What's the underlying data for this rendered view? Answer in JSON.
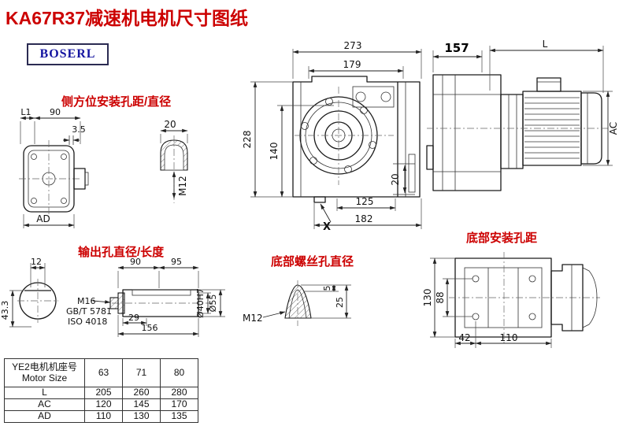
{
  "title": "KA67R37减速机电机尺寸图纸",
  "logo": "BOSERL",
  "labels": {
    "side_mount": "侧方位安装孔距/直径",
    "output": "输出孔直径/长度",
    "bottom_screw": "底部螺丝孔直径",
    "bottom_mount": "底部安装孔距"
  },
  "front_view": {
    "width_total": "273",
    "width_inner": "179",
    "height_total": "228",
    "height_partial": "140",
    "slot_width": "20",
    "bottom_inner": "125",
    "bottom_total": "182",
    "section_mark": "X"
  },
  "side_view": {
    "gearbox_width": "157",
    "motor_length": "L",
    "motor_height": "AC"
  },
  "side_mount_view": {
    "dim_l1": "L1",
    "dim_width": "90",
    "dim_plate": "3.5",
    "dim_ad": "AD"
  },
  "side_hole_detail": {
    "hole_width": "20",
    "thread": "M12"
  },
  "output_shaft": {
    "keyway_width": "12",
    "keyway_depth": "43.3",
    "len_90": "90",
    "len_95": "95",
    "bolt": "M16",
    "std_gb": "GB/T 5781",
    "std_iso": "ISO 4018",
    "len_29": "29",
    "len_156": "156",
    "bore": "Ø40H7",
    "outer": "Ø55"
  },
  "bottom_screw_detail": {
    "dim_5": "5",
    "dim_25": "25",
    "thread": "M12"
  },
  "bottom_mount_view": {
    "dim_130": "130",
    "dim_88": "88",
    "dim_42": "42",
    "dim_110": "110"
  },
  "table": {
    "header_cn": "YE2电机机座号",
    "header_en": "Motor Size",
    "sizes": [
      "63",
      "71",
      "80"
    ],
    "rows": [
      {
        "label": "L",
        "values": [
          "205",
          "260",
          "280"
        ]
      },
      {
        "label": "AC",
        "values": [
          "120",
          "145",
          "170"
        ]
      },
      {
        "label": "AD",
        "values": [
          "110",
          "130",
          "135"
        ]
      }
    ]
  },
  "colors": {
    "accent_red": "#cc0000",
    "line": "#1a1a1a",
    "logo_blue": "#1515a0"
  }
}
